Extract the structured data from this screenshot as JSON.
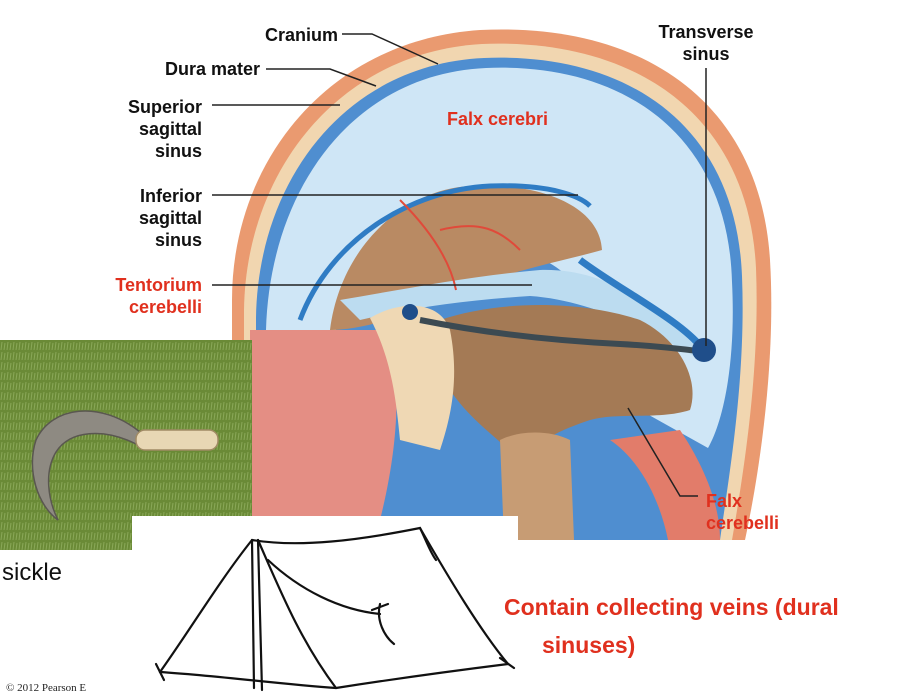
{
  "labels": {
    "cranium": "Cranium",
    "dura_mater": "Dura mater",
    "superior_sagittal_sinus": [
      "Superior",
      "sagittal",
      "sinus"
    ],
    "inferior_sagittal_sinus": [
      "Inferior",
      "sagittal",
      "sinus"
    ],
    "tentorium_cerebelli": [
      "Tentorium",
      "cerebelli"
    ],
    "transverse_sinus": [
      "Transverse",
      "sinus"
    ],
    "falx_cerebri": "Falx cerebri",
    "falx_cerebelli": [
      "Falx",
      "cerebelli"
    ]
  },
  "sickle_caption": "sickle",
  "note": [
    "Contain collecting veins (dural",
    "sinuses)"
  ],
  "copyright": "© 2012 Pearson E",
  "colors": {
    "label_red": "#e0301e",
    "label_black": "#111111",
    "dura_blue": "#8fc3e6",
    "skin": "#e9a57b",
    "grass": "#6f8f3a"
  }
}
